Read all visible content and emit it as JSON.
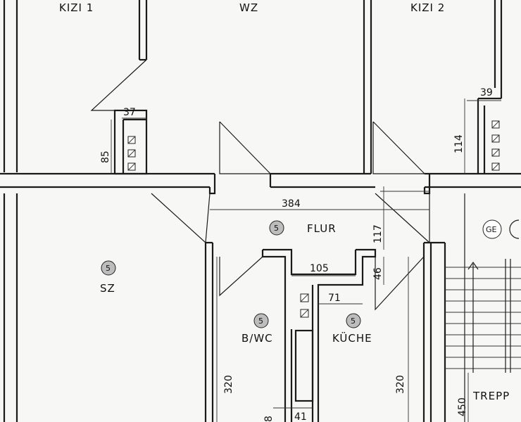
{
  "rooms": {
    "kizi1": "KIZI 1",
    "wz": "WZ",
    "kizi2": "KIZI 2",
    "flur": "FLUR",
    "sz": "SZ",
    "bwc": "B/WC",
    "kueche": "KÜCHE",
    "treppe": "TREPP",
    "ge": "GE"
  },
  "marker_value": "5",
  "dimensions": {
    "d39": "39",
    "d37": "37",
    "d85": "85",
    "d114": "114",
    "d384": "384",
    "d117": "117",
    "d105": "105",
    "d46": "46",
    "d71": "71",
    "d320_left": "320",
    "d320_right": "320",
    "d450": "450",
    "d41": "41",
    "d8": "8"
  }
}
